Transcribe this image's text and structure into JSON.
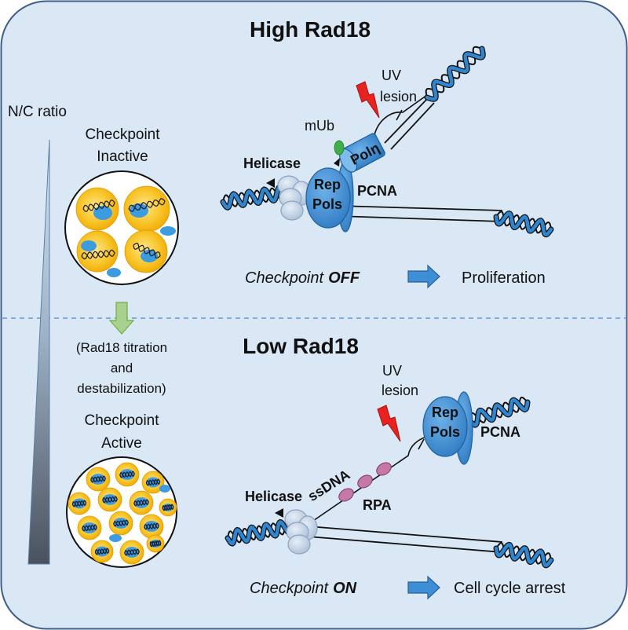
{
  "header": {
    "high_title": "High Rad18",
    "low_title": "Low Rad18"
  },
  "left_panel": {
    "axis_label": "N/C ratio",
    "top_status": {
      "line1": "Checkpoint",
      "line2": "Inactive"
    },
    "transition_note": {
      "line1": "(Rad18 titration",
      "line2": "and",
      "line3": "destabilization)"
    },
    "bottom_status": {
      "line1": "Checkpoint",
      "line2": "Active"
    }
  },
  "high_rad18": {
    "uv_label": "UV",
    "lesion_label": "lesion",
    "mub_label": "mUb",
    "helicase_label": "Helicase",
    "rep_label": "Rep",
    "pols_label": "Pols",
    "pol_eta_label": "Polη",
    "pcna_label": "PCNA",
    "checkpoint_word": "Checkpoint",
    "checkpoint_state": "OFF",
    "outcome": "Proliferation"
  },
  "low_rad18": {
    "uv_label": "UV",
    "lesion_label": "lesion",
    "rep_label": "Rep",
    "pols_label": "Pols",
    "pcna_label": "PCNA",
    "ssdna_label": "ssDNA",
    "helicase_label": "Helicase",
    "rpa_label": "RPA",
    "checkpoint_word": "Checkpoint",
    "checkpoint_state": "ON",
    "outcome": "Cell cycle arrest"
  },
  "colors": {
    "background": "#dae7f4",
    "border": "#3d5f86",
    "checkpoint_inactive": "#e3261f",
    "checkpoint_active": "#1ea64b",
    "checkpoint_on": "#6ab04c",
    "pol_eta_red": "#e3261f",
    "dna_blue": "#2f86cf",
    "protein_blue": "#3b8fd6",
    "helicase_gray_blue": "#b9cbe0",
    "mub_green": "#3dae49",
    "rpa_pink": "#c678a8",
    "cell_yellow": "#f4b400",
    "nucleus_blue": "#3d9be0",
    "arrow_green": "#a9d18e",
    "arrow_blue": "#3d8ed6",
    "lightning_red": "#e8231f"
  }
}
